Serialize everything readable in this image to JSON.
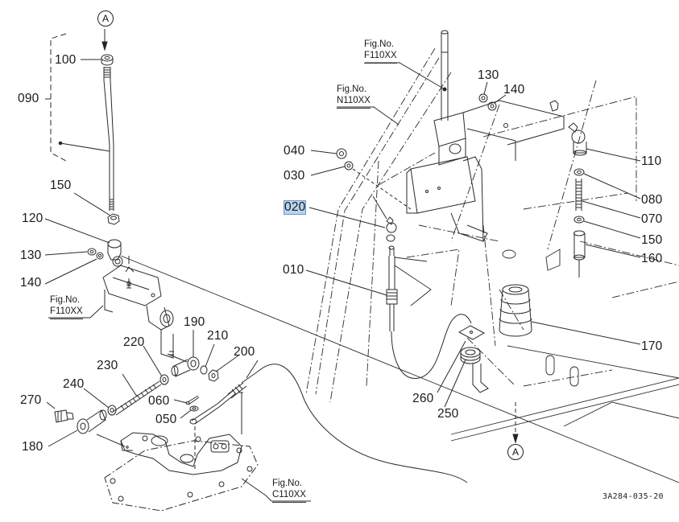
{
  "diagram": {
    "reference_code": "3A284-035-20",
    "circle_markers": [
      {
        "id": "top-left",
        "label": "A"
      },
      {
        "id": "bottom-right",
        "label": "A"
      }
    ],
    "part_labels": {
      "p090": "090",
      "p100": "100",
      "p150_left": "150",
      "p120": "120",
      "p130_left": "130",
      "p140_left": "140",
      "p190": "190",
      "p210": "210",
      "p220": "220",
      "p200": "200",
      "p230": "230",
      "p240": "240",
      "p060": "060",
      "p050": "050",
      "p270": "270",
      "p180": "180",
      "p130_right": "130",
      "p140_right": "140",
      "p040": "040",
      "p030": "030",
      "p020": "020",
      "p010": "010",
      "p110": "110",
      "p080": "080",
      "p070": "070",
      "p150_right": "150",
      "p160": "160",
      "p170": "170",
      "p260": "260",
      "p250": "250"
    },
    "selected_part": "020",
    "figure_refs": {
      "f_left": {
        "title": "Fig.No.",
        "number": "F110XX"
      },
      "f_top": {
        "title": "Fig.No.",
        "number": "F110XX"
      },
      "n_top": {
        "title": "Fig.No.",
        "number": "N110XX"
      },
      "c_bottom": {
        "title": "Fig.No.",
        "number": "C110XX"
      }
    },
    "colors": {
      "line": "#2a2a2a",
      "highlight_bg": "#b9d3ee",
      "highlight_border": "#6b97c8"
    }
  }
}
